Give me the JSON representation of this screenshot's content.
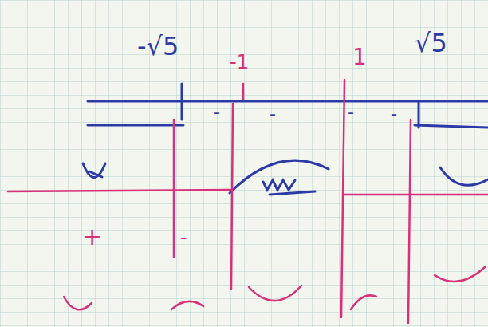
{
  "diagram": {
    "labels": [
      "-√5",
      "-1",
      "1",
      "√5",
      "-",
      "-",
      "-",
      "-",
      "+",
      "-"
    ]
  }
}
